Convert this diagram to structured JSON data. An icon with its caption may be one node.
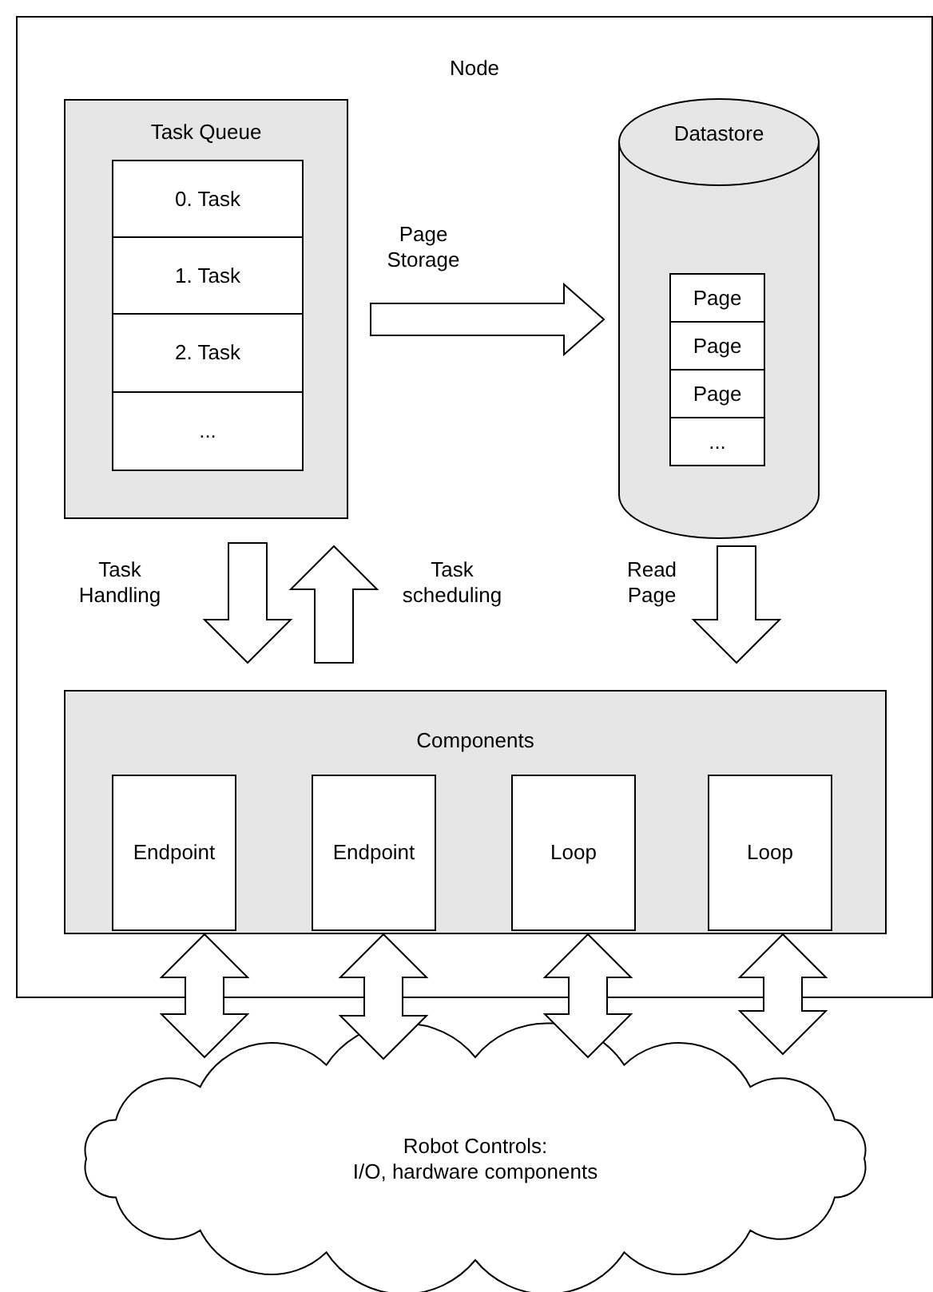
{
  "diagram": {
    "nodes": [
      {
        "text": [
          "Node"
        ]
      },
      {
        "text": [
          "Task Queue"
        ],
        "in": 0
      },
      {
        "text": [
          "0. Task"
        ],
        "in": 1
      },
      {
        "text": [
          "1. Task"
        ],
        "in": 1
      },
      {
        "text": [
          "2. Task"
        ],
        "in": 1
      },
      {
        "text": [
          "..."
        ],
        "in": 1
      },
      {
        "text": [
          "Datastore"
        ],
        "in": 0
      },
      {
        "text": [
          "Page"
        ],
        "in": 6
      },
      {
        "text": [
          "Page"
        ],
        "in": 6
      },
      {
        "text": [
          "Page"
        ],
        "in": 6
      },
      {
        "text": [
          "..."
        ],
        "in": 6
      },
      {
        "text": [
          "Components"
        ],
        "in": 0
      },
      {
        "text": [
          "Endpoint"
        ],
        "in": 11
      },
      {
        "text": [
          "Endpoint"
        ],
        "in": 11
      },
      {
        "text": [
          "Loop"
        ],
        "in": 11
      },
      {
        "text": [
          "Loop"
        ],
        "in": 11
      },
      {
        "text": [
          "Robot Controls:",
          "I/O, hardware components"
        ]
      }
    ],
    "edges": [
      {
        "from": 1,
        "to": 6,
        "arrow": "to",
        "label": "Page Storage"
      },
      {
        "from": 1,
        "to": 11,
        "arrow": "to",
        "label": "Task Handling"
      },
      {
        "from": 11,
        "to": 1,
        "arrow": "to",
        "label": "Task scheduling"
      },
      {
        "from": 6,
        "to": 11,
        "arrow": "to",
        "label": "Read Page"
      },
      {
        "from": 12,
        "to": 16,
        "arrow": "both"
      },
      {
        "from": 13,
        "to": 16,
        "arrow": "both"
      },
      {
        "from": 14,
        "to": 16,
        "arrow": "both"
      },
      {
        "from": 15,
        "to": 16,
        "arrow": "both"
      }
    ]
  }
}
